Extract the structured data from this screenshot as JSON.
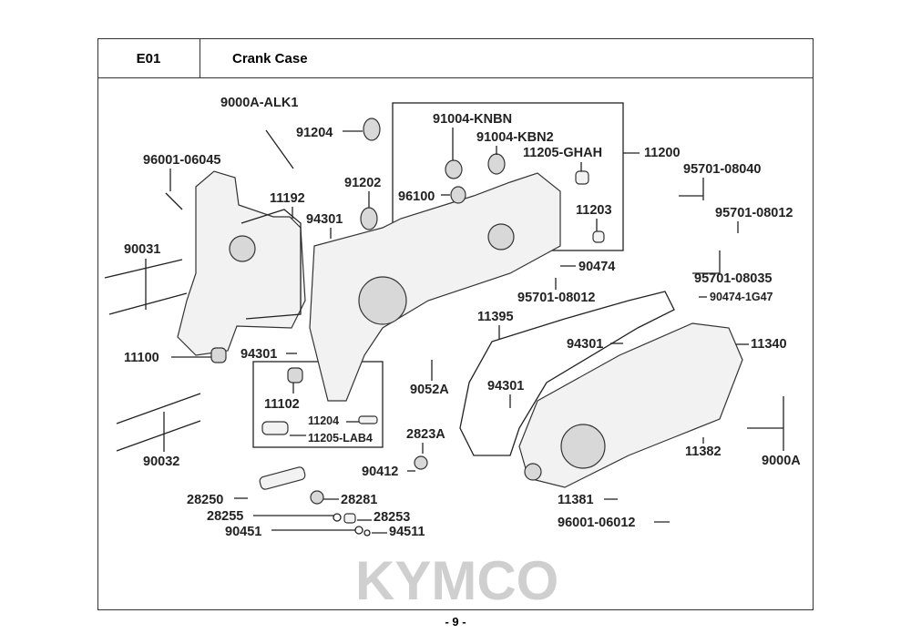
{
  "header": {
    "code": "E01",
    "title": "Crank Case"
  },
  "page_number": "- 9 -",
  "watermark": "KYMCO",
  "labels": {
    "l9000A_ALK1": "9000A-ALK1",
    "l91204": "91204",
    "l96001_06045": "96001-06045",
    "l91202": "91202",
    "l11192": "11192",
    "l94301_a": "94301",
    "l90031": "90031",
    "l11100": "11100",
    "l94301_b": "94301",
    "l11102": "11102",
    "l11204": "11204",
    "l11205_LAB4": "11205-LAB4",
    "l90032": "90032",
    "l91004_KNBN": "91004-KNBN",
    "l91004_KBN2": "91004-KBN2",
    "l11205_GHAH": "11205-GHAH",
    "l11200": "11200",
    "l96100": "96100",
    "l11203": "11203",
    "l95701_08040": "95701-08040",
    "l95701_08012_a": "95701-08012",
    "l90474": "90474",
    "l95701_08012_b": "95701-08012",
    "l95701_08035": "95701-08035",
    "l90474_1G47": "90474-1G47",
    "l11395": "11395",
    "l94301_c": "94301",
    "l11340": "11340",
    "l9052A": "9052A",
    "l94301_d": "94301",
    "l2823A": "2823A",
    "l90412": "90412",
    "l11382": "11382",
    "l9000A": "9000A",
    "l28250": "28250",
    "l28281": "28281",
    "l28255": "28255",
    "l28253": "28253",
    "l90451": "90451",
    "l94511": "94511",
    "l11381": "11381",
    "l96001_06012": "96001-06012"
  }
}
